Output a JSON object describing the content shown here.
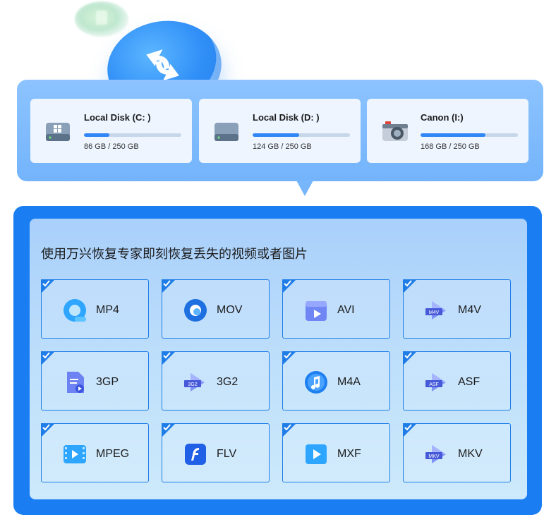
{
  "drives": [
    {
      "name": "Local Disk (C: )",
      "size": "86 GB / 250 GB",
      "used_fraction": 0.26,
      "icon": "windows-drive-icon"
    },
    {
      "name": "Local Disk (D: )",
      "size": "124 GB / 250 GB",
      "used_fraction": 0.48,
      "icon": "hard-drive-icon"
    },
    {
      "name": "Canon (I:)",
      "size": "168 GB / 250 GB",
      "used_fraction": 0.67,
      "icon": "camera-icon"
    }
  ],
  "main": {
    "title": "使用万兴恢复专家即刻恢复丢失的视频或者图片",
    "formats": [
      {
        "label": "MP4",
        "icon": "mp4-icon"
      },
      {
        "label": "MOV",
        "icon": "mov-icon"
      },
      {
        "label": "AVI",
        "icon": "avi-icon"
      },
      {
        "label": "M4V",
        "icon": "m4v-icon",
        "badge": "M4V"
      },
      {
        "label": "3GP",
        "icon": "3gp-icon"
      },
      {
        "label": "3G2",
        "icon": "3g2-icon",
        "badge": "3G2"
      },
      {
        "label": "M4A",
        "icon": "m4a-icon"
      },
      {
        "label": "ASF",
        "icon": "asf-icon",
        "badge": "ASF"
      },
      {
        "label": "MPEG",
        "icon": "mpeg-icon"
      },
      {
        "label": "FLV",
        "icon": "flv-icon"
      },
      {
        "label": "MXF",
        "icon": "mxf-icon"
      },
      {
        "label": "MKV",
        "icon": "mkv-icon",
        "badge": "MKV"
      }
    ]
  },
  "colors": {
    "accent": "#1a7ef2",
    "bar_fill": "#2f86f4"
  }
}
